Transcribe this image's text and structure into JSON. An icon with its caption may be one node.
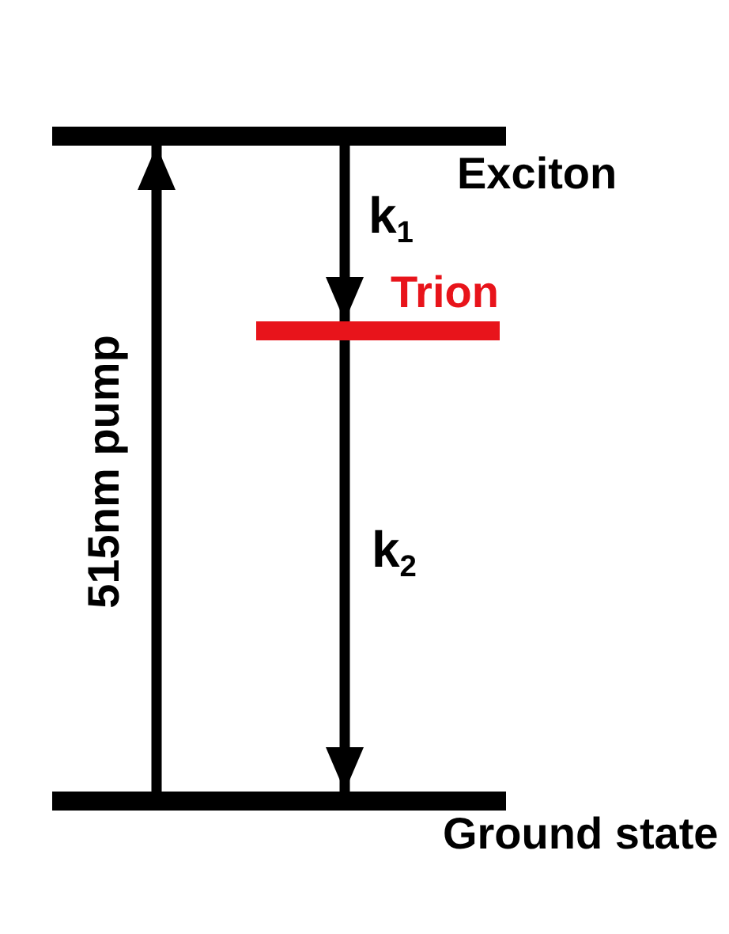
{
  "diagram": {
    "nodes": [
      {
        "text": [
          "Exciton"
        ]
      },
      {
        "text": [
          "Trion"
        ]
      },
      {
        "text": [
          "Ground state"
        ]
      }
    ],
    "edges": [
      {
        "from": 2,
        "to": 0,
        "arrow": "to",
        "label": "515nm pump"
      },
      {
        "from": 0,
        "to": 1,
        "arrow": "to",
        "label": "k$_{1}$"
      },
      {
        "from": 1,
        "to": 2,
        "arrow": "to",
        "label": "k$_{2}$"
      }
    ]
  }
}
